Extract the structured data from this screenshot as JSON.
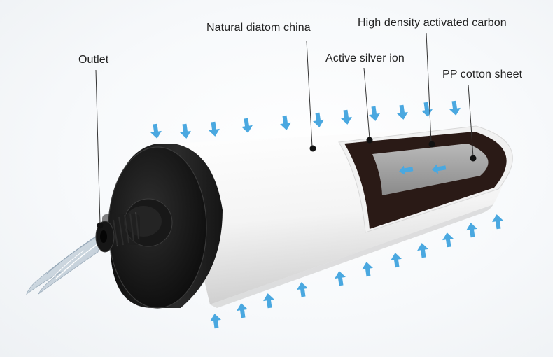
{
  "labels": {
    "outlet": "Outlet",
    "natural_diatom_china": "Natural diatom china",
    "high_density_activated_carbon": "High density activated carbon",
    "active_silver_ion": "Active silver ion",
    "pp_cotton_sheet": "PP cotton sheet"
  },
  "colors": {
    "flow_arrow": "#4aa8e0",
    "carbon_layer": "#2a1a16",
    "outer_shell": "#ffffff",
    "end_cap": "#1b1b1b",
    "pp_cotton": "#9e9e9e"
  }
}
